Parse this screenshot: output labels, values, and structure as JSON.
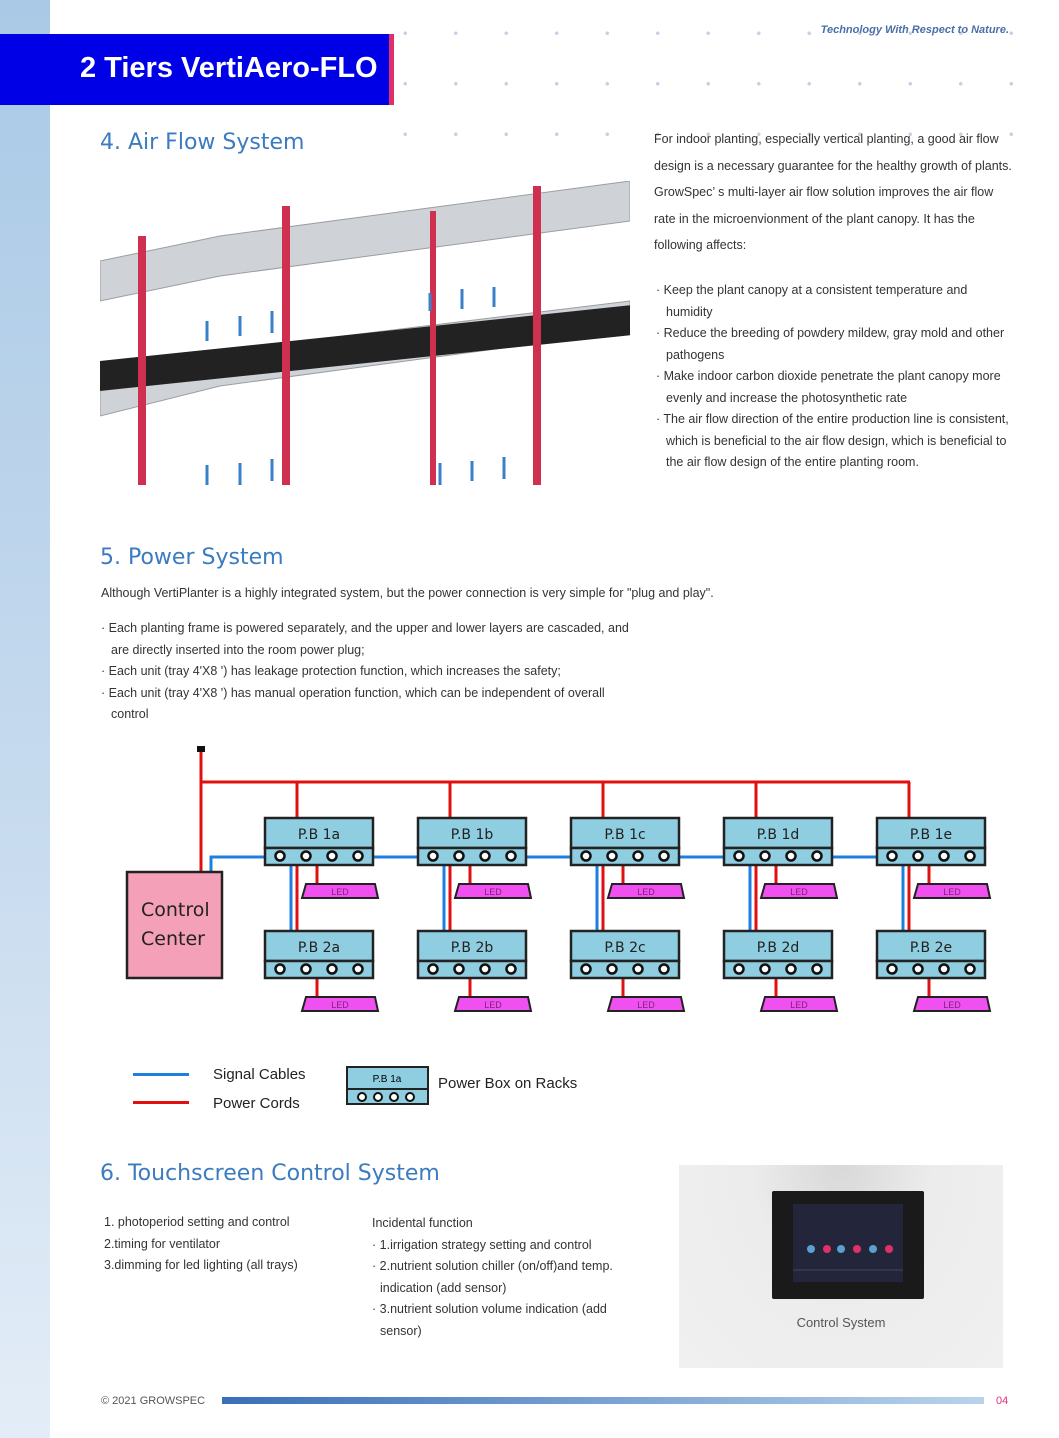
{
  "header": {
    "title": "2 Tiers VertiAero-FLO",
    "tagline": "Technology With Respect to Nature."
  },
  "air_flow": {
    "heading": "4. Air Flow System",
    "intro": "For indoor planting, especially vertical planting, a good air flow design is a necessary guarantee for the healthy growth of plants. GrowSpec’ s multi-layer air flow solution improves the air flow rate in the microenvionment of the plant canopy. It has the following affects:",
    "bullets": [
      "Keep the plant canopy at a consistent temperature and humidity",
      "Reduce the breeding of powdery mildew, gray mold and other pathogens",
      "Make indoor carbon dioxide penetrate the plant canopy more evenly and increase the photosynthetic rate",
      "The air flow direction of the entire production line is consistent, which is beneficial to the air flow design, which is beneficial to the air flow design of the entire planting room."
    ]
  },
  "power": {
    "heading": "5. Power System",
    "intro": "Although VertiPlanter is a highly integrated system, but the power connection is very simple for \"plug and play\".",
    "bullets": [
      "Each planting frame is powered separately, and the upper and lower layers are cascaded, and are directly inserted into the room power plug;",
      "Each unit (tray 4'X8 ') has leakage protection function, which increases the safety;",
      "Each unit (tray 4'X8 ') has manual operation function, which can be independent of overall control"
    ],
    "diagram": {
      "control_center": [
        "Control",
        "Center"
      ],
      "top_boxes": [
        "P.B 1a",
        "P.B 1b",
        "P.B 1c",
        "P.B 1d",
        "P.B 1e"
      ],
      "bottom_boxes": [
        "P.B 2a",
        "P.B 2b",
        "P.B 2c",
        "P.B 2d",
        "P.B 2e"
      ],
      "led_label": "LED",
      "colors": {
        "signal": "#1e7fe0",
        "power": "#e01010",
        "box": "#8fcde0",
        "led": "#f050f0",
        "control": "#f4a0b8"
      }
    },
    "legend": {
      "signal": "Signal Cables",
      "power": "Power Cords",
      "box_sample": "P.B 1a",
      "box_desc": "Power Box on Racks"
    }
  },
  "touch": {
    "heading": "6. Touchscreen Control System",
    "col1": [
      "1. photoperiod setting and control",
      "2.timing for ventilator",
      "3.dimming for led lighting (all trays)"
    ],
    "col2_title": "Incidental function",
    "col2": [
      "1.irrigation strategy setting and control",
      "2.nutrient solution chiller (on/off)and temp. indication (add sensor)",
      "3.nutrient solution volume indication (add sensor)"
    ],
    "image_caption": "Control System"
  },
  "footer": {
    "copyright": "© 2021 GROWSPEC",
    "page": "04"
  }
}
